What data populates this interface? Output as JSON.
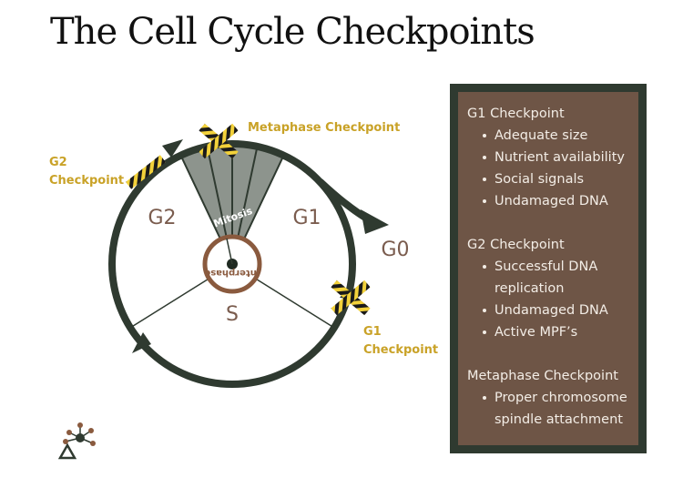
{
  "title": "The Cell Cycle Checkpoints",
  "diagram": {
    "phases": [
      "G1",
      "G2",
      "S",
      "G0"
    ],
    "center_labels": {
      "mitosis": "Mitosis",
      "interphase": "Interphase"
    },
    "checkpoints": {
      "metaphase": "Metaphase Checkpoint",
      "g2": [
        "G2",
        "Checkpoint"
      ],
      "g1": [
        "G1",
        "Checkpoint"
      ]
    }
  },
  "panel": {
    "sections": [
      {
        "title": "G1 Checkpoint",
        "items": [
          "Adequate size",
          "Nutrient availability",
          "Social signals",
          "Undamaged DNA"
        ]
      },
      {
        "title": "G2 Checkpoint",
        "items": [
          "Successful DNA replication",
          "Undamaged DNA",
          "Active MPF’s"
        ]
      },
      {
        "title": "Metaphase Checkpoint",
        "items": [
          "Proper chromosome spindle attachment"
        ]
      }
    ]
  },
  "colors": {
    "ring": "#2f3a30",
    "panel_bg": "#6e5546",
    "panel_border": "#2f3a30",
    "label_gold": "#c9a227",
    "phase_text": "#7a5c4e",
    "inner_ring": "#8a5a3e",
    "mitosis_fill": "#8d948d",
    "tape_yellow": "#f2d13a",
    "tape_black": "#1a1a1a"
  }
}
